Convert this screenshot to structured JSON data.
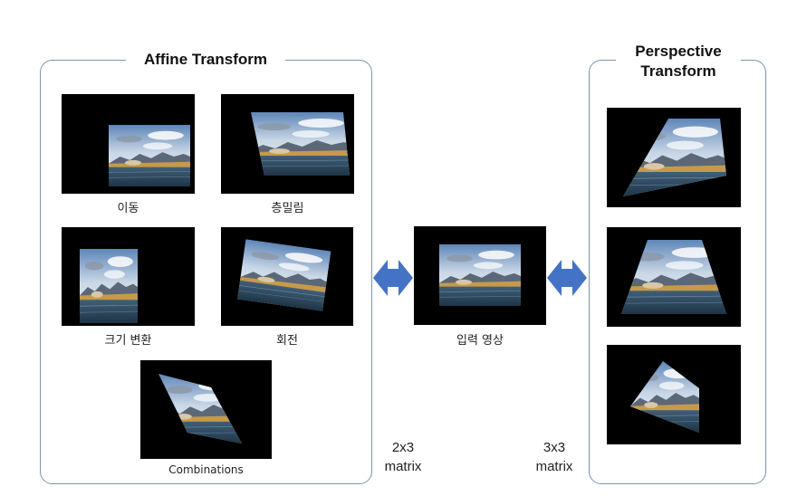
{
  "affine": {
    "title": "Affine Transform",
    "items": [
      {
        "label": "이동"
      },
      {
        "label": "층밀림"
      },
      {
        "label": "크기 변환"
      },
      {
        "label": "회전"
      },
      {
        "label": "Combinations"
      }
    ]
  },
  "input": {
    "label": "입력 영상"
  },
  "perspective": {
    "title_line1": "Perspective",
    "title_line2": "Transform"
  },
  "matrix_affine": {
    "line1": "2x3",
    "line2": "matrix"
  },
  "matrix_perspective": {
    "line1": "3x3",
    "line2": "matrix"
  },
  "colors": {
    "frame_border": "#7f93ad",
    "arrow": "#4472c4",
    "thumb_bg": "#000000"
  }
}
